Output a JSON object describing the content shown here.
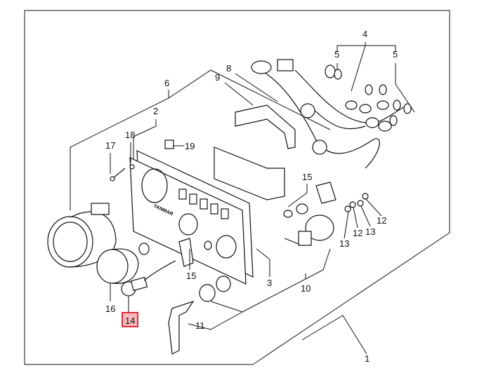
{
  "diagram": {
    "brand_logo_text": "YANMAR",
    "highlight_color": "#d9303a",
    "highlight_fill": "#f7b9bd",
    "highlighted_part": "14",
    "labels": [
      "4",
      "5",
      "5",
      "8",
      "9",
      "6",
      "2",
      "18",
      "17",
      "19",
      "15",
      "13",
      "12",
      "13",
      "12",
      "3",
      "10",
      "16",
      "14",
      "15",
      "11",
      "1"
    ]
  }
}
